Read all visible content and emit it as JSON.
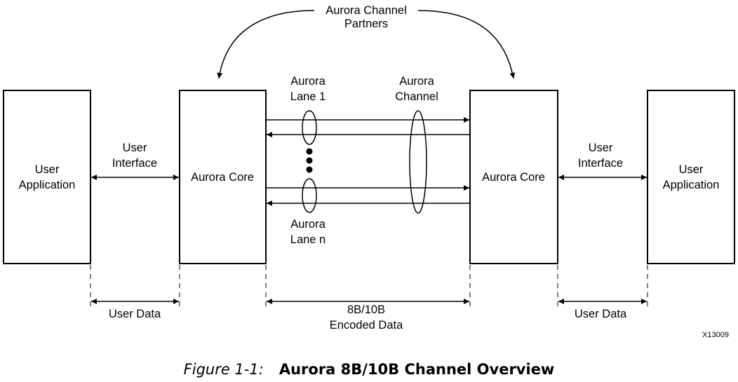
{
  "diagram": {
    "partners_label": [
      "Aurora Channel",
      "Partners"
    ],
    "left_app": [
      "User",
      "Application"
    ],
    "right_app": [
      "User",
      "Application"
    ],
    "left_core": "Aurora Core",
    "right_core": "Aurora Core",
    "left_interface": [
      "User",
      "Interface"
    ],
    "right_interface": [
      "User",
      "Interface"
    ],
    "lane1": [
      "Aurora",
      "Lane 1"
    ],
    "lanen": [
      "Aurora",
      "Lane n"
    ],
    "channel": [
      "Aurora",
      "Channel"
    ],
    "left_user_data": "User Data",
    "right_user_data": "User Data",
    "encoded": [
      "8B/10B",
      "Encoded Data"
    ],
    "figure_id": "X13009"
  },
  "caption": {
    "number": "Figure 1-1:",
    "title": "Aurora 8B/10B Channel Overview"
  }
}
